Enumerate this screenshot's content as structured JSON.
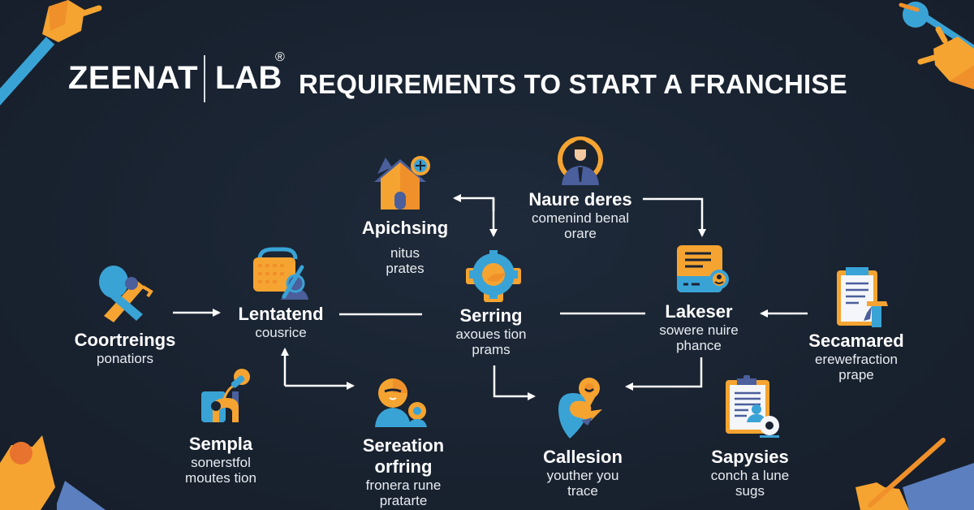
{
  "header": {
    "brand_name": "ZEENAT",
    "brand_suffix": "LAB",
    "registered_mark": "®",
    "title": "REQUIREMENTS TO START A FRANCHISE"
  },
  "colors": {
    "background": "#1a2332",
    "orange": "#f5a431",
    "blue": "#3aa3d6",
    "indigo": "#4a5f9c",
    "text": "#ffffff"
  },
  "nodes": [
    {
      "id": "apichsing",
      "icon": "house-plus-icon",
      "title": "Apichsing",
      "subtitle": [
        "nitus",
        "prates"
      ]
    },
    {
      "id": "naure-deres",
      "icon": "person-headset-icon",
      "title": "Naure deres",
      "subtitle": [
        "comenind benal",
        "orare"
      ]
    },
    {
      "id": "coortreings",
      "icon": "tools-icon",
      "title": "Coortreings",
      "subtitle": [
        "ponatiors"
      ]
    },
    {
      "id": "lentatend",
      "icon": "calendar-magnifier-icon",
      "title": "Lentatend",
      "subtitle": [
        "cousrice"
      ]
    },
    {
      "id": "serring",
      "icon": "gear-icon",
      "title": "Serring",
      "subtitle": [
        "axoues tion",
        "prams"
      ]
    },
    {
      "id": "lakeser",
      "icon": "document-card-icon",
      "title": "Lakeser",
      "subtitle": [
        "sowere nuire",
        "phance"
      ]
    },
    {
      "id": "secamared",
      "icon": "clipboard-pen-icon",
      "title": "Secamared",
      "subtitle": [
        "erewefraction",
        "prape"
      ]
    },
    {
      "id": "sempla",
      "icon": "building-magnifier-icon",
      "title": "Sempla",
      "subtitle": [
        "sonerstfol",
        "moutes tion"
      ]
    },
    {
      "id": "sereation-orfring",
      "icon": "people-icon",
      "title": "Sereation",
      "title2": "orfring",
      "subtitle": [
        "fronera rune",
        "pratarte"
      ]
    },
    {
      "id": "callesion",
      "icon": "location-pin-icon",
      "title": "Callesion",
      "subtitle": [
        "youther you",
        "trace"
      ]
    },
    {
      "id": "sapysies",
      "icon": "clipboard-user-icon",
      "title": "Sapysies",
      "subtitle": [
        "conch a lune",
        "sugs"
      ]
    }
  ]
}
